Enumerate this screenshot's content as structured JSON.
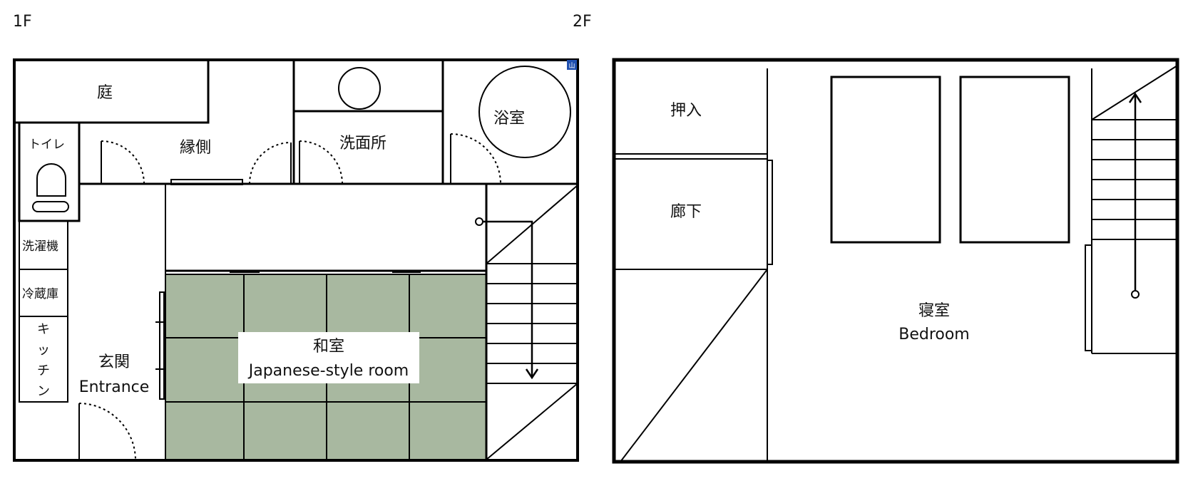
{
  "floors": {
    "first": {
      "label": "1F",
      "rooms": {
        "garden": "庭",
        "toilet": "トイレ",
        "veranda": "縁側",
        "washroom": "洗面所",
        "bathroom": "浴室",
        "washing_machine": "洗濯機",
        "fridge": "冷蔵庫",
        "kitchen": [
          "キ",
          "ッ",
          "チ",
          "ン"
        ],
        "entrance_jp": "玄関",
        "entrance_en": "Entrance",
        "japanese_room_jp": "和室",
        "japanese_room_en": "Japanese-style room"
      },
      "badge": "山"
    },
    "second": {
      "label": "2F",
      "rooms": {
        "closet": "押入",
        "hallway": "廊下",
        "bedroom_jp": "寝室",
        "bedroom_en": "Bedroom"
      }
    }
  },
  "colors": {
    "tatami": "#a8b8a0",
    "wall": "#000000",
    "badge": "#2050b0"
  }
}
